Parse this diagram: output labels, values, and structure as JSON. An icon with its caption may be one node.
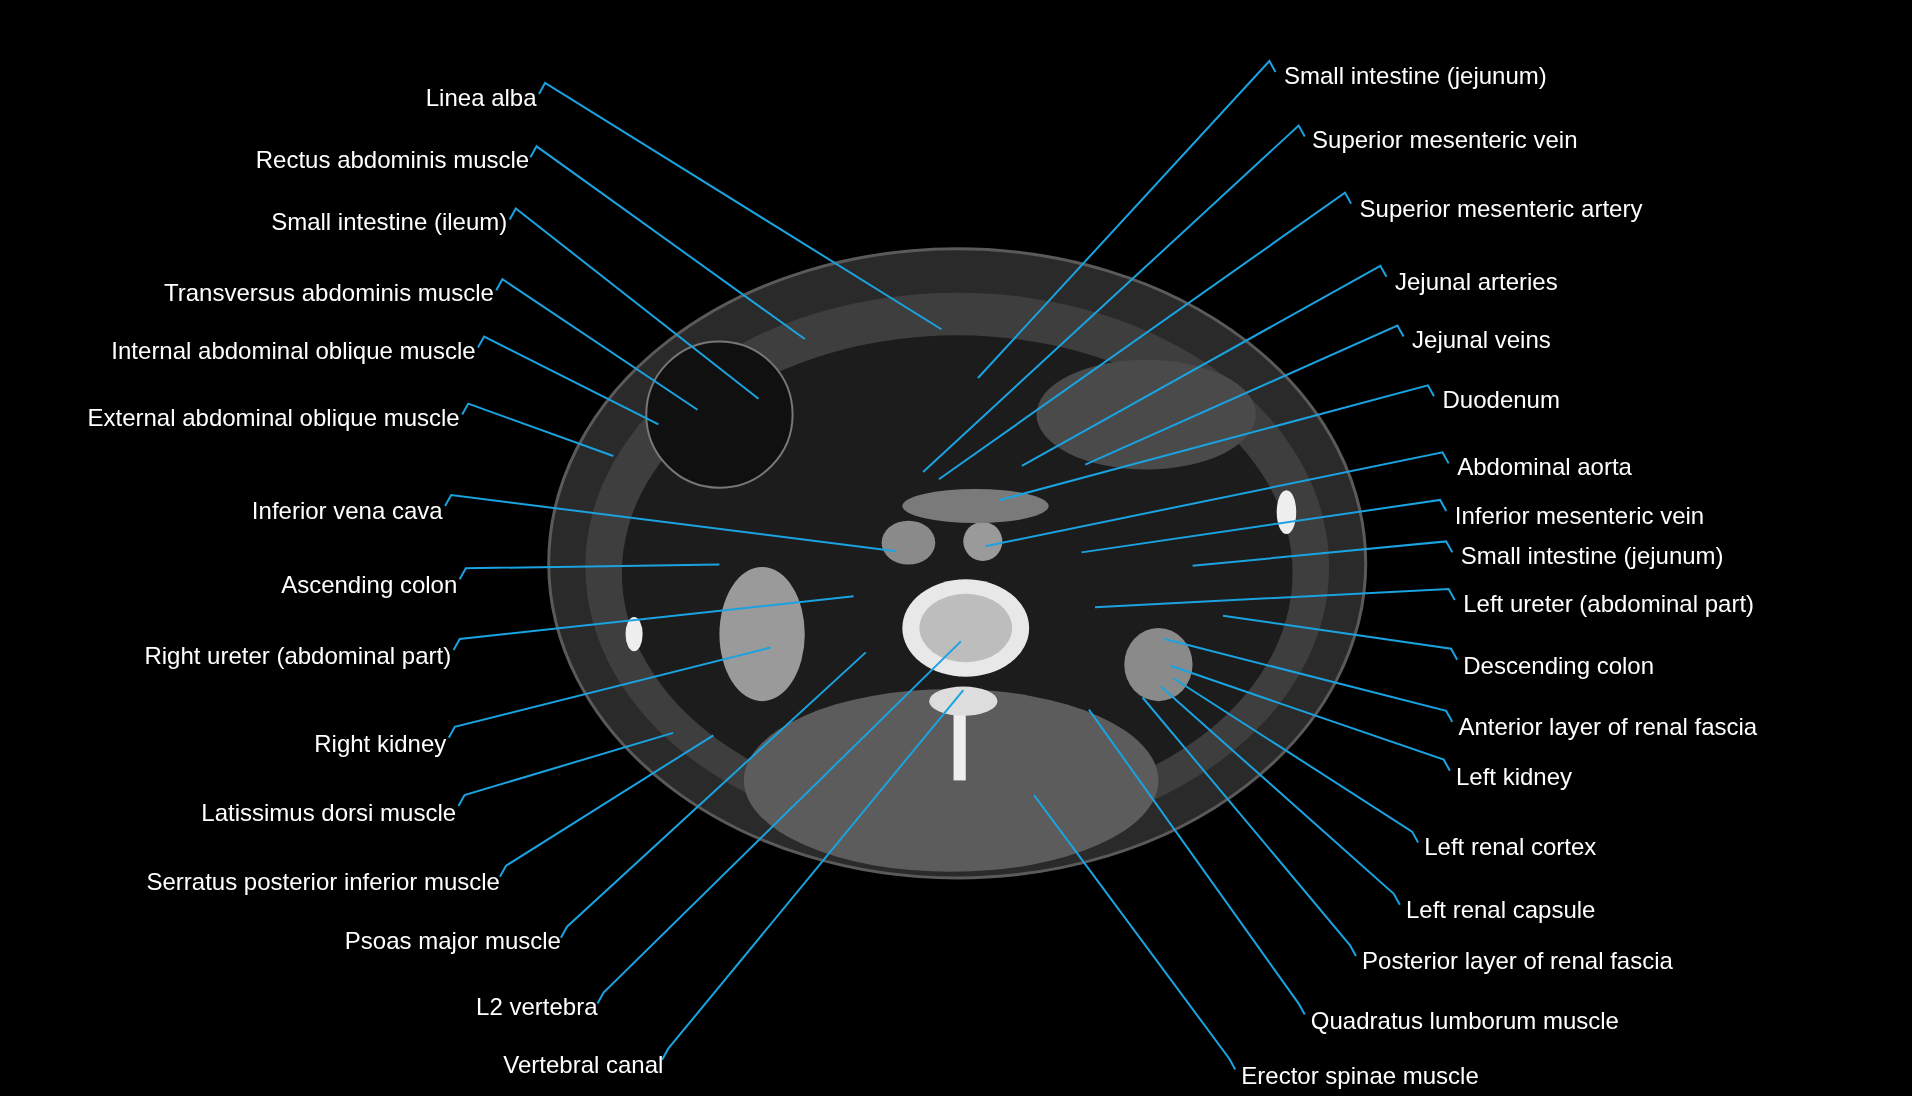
{
  "diagram": {
    "nodes": [
      {
        "text": [
          "Linea alba"
        ]
      },
      {
        "text": [
          "Rectus abdominis muscle"
        ]
      },
      {
        "text": [
          "Small intestine (ileum)"
        ]
      },
      {
        "text": [
          "Transversus abdominis muscle"
        ]
      },
      {
        "text": [
          "Internal abdominal oblique muscle"
        ]
      },
      {
        "text": [
          "External abdominal oblique muscle"
        ]
      },
      {
        "text": [
          "Inferior vena cava"
        ]
      },
      {
        "text": [
          "Ascending colon"
        ]
      },
      {
        "text": [
          "Right ureter (abdominal part)"
        ]
      },
      {
        "text": [
          "Right kidney"
        ]
      },
      {
        "text": [
          "Latissimus dorsi muscle"
        ]
      },
      {
        "text": [
          "Serratus posterior inferior muscle"
        ]
      },
      {
        "text": [
          "Psoas major muscle"
        ]
      },
      {
        "text": [
          "L2 vertebra"
        ]
      },
      {
        "text": [
          "Vertebral canal"
        ]
      },
      {
        "text": [
          "Small intestine (jejunum)"
        ]
      },
      {
        "text": [
          "Superior mesenteric vein"
        ]
      },
      {
        "text": [
          "Superior mesenteric artery"
        ]
      },
      {
        "text": [
          "Jejunal arteries"
        ]
      },
      {
        "text": [
          "Jejunal veins"
        ]
      },
      {
        "text": [
          "Duodenum"
        ]
      },
      {
        "text": [
          "Abdominal aorta"
        ]
      },
      {
        "text": [
          "Inferior mesenteric vein"
        ]
      },
      {
        "text": [
          "Small intestine (jejunum)"
        ]
      },
      {
        "text": [
          "Left ureter (abdominal part)"
        ]
      },
      {
        "text": [
          "Descending colon"
        ]
      },
      {
        "text": [
          "Anterior layer of renal fascia"
        ]
      },
      {
        "text": [
          "Left kidney"
        ]
      },
      {
        "text": [
          "Left renal cortex"
        ]
      },
      {
        "text": [
          "Left renal capsule"
        ]
      },
      {
        "text": [
          "Posterior layer of renal fascia"
        ]
      },
      {
        "text": [
          "Quadratus lumborum muscle"
        ]
      },
      {
        "text": [
          "Erector spinae muscle"
        ]
      }
    ],
    "edges": [
      {
        "from": 0,
        "to": null,
        "arrow": "none"
      },
      {
        "from": 1,
        "to": null,
        "arrow": "none"
      },
      {
        "from": 2,
        "to": null,
        "arrow": "none"
      },
      {
        "from": 3,
        "to": null,
        "arrow": "none"
      },
      {
        "from": 4,
        "to": null,
        "arrow": "none"
      },
      {
        "from": 5,
        "to": null,
        "arrow": "none"
      },
      {
        "from": 6,
        "to": null,
        "arrow": "none"
      },
      {
        "from": 7,
        "to": null,
        "arrow": "none"
      },
      {
        "from": 8,
        "to": null,
        "arrow": "none"
      },
      {
        "from": 9,
        "to": null,
        "arrow": "none"
      },
      {
        "from": 10,
        "to": null,
        "arrow": "none"
      },
      {
        "from": 11,
        "to": null,
        "arrow": "none"
      },
      {
        "from": 12,
        "to": null,
        "arrow": "none"
      },
      {
        "from": 13,
        "to": null,
        "arrow": "none"
      },
      {
        "from": 14,
        "to": null,
        "arrow": "none"
      },
      {
        "from": 15,
        "to": null,
        "arrow": "none"
      },
      {
        "from": 16,
        "to": null,
        "arrow": "none"
      },
      {
        "from": 17,
        "to": null,
        "arrow": "none"
      },
      {
        "from": 18,
        "to": null,
        "arrow": "none"
      },
      {
        "from": 19,
        "to": null,
        "arrow": "none"
      },
      {
        "from": 20,
        "to": null,
        "arrow": "none"
      },
      {
        "from": 21,
        "to": null,
        "arrow": "none"
      },
      {
        "from": 22,
        "to": null,
        "arrow": "none"
      },
      {
        "from": 23,
        "to": null,
        "arrow": "none"
      },
      {
        "from": 24,
        "to": null,
        "arrow": "none"
      },
      {
        "from": 25,
        "to": null,
        "arrow": "none"
      },
      {
        "from": 26,
        "to": null,
        "arrow": "none"
      },
      {
        "from": 27,
        "to": null,
        "arrow": "none"
      },
      {
        "from": 28,
        "to": null,
        "arrow": "none"
      },
      {
        "from": 29,
        "to": null,
        "arrow": "none"
      },
      {
        "from": 30,
        "to": null,
        "arrow": "none"
      },
      {
        "from": 31,
        "to": null,
        "arrow": "none"
      },
      {
        "from": 32,
        "to": null,
        "arrow": "none"
      }
    ]
  }
}
